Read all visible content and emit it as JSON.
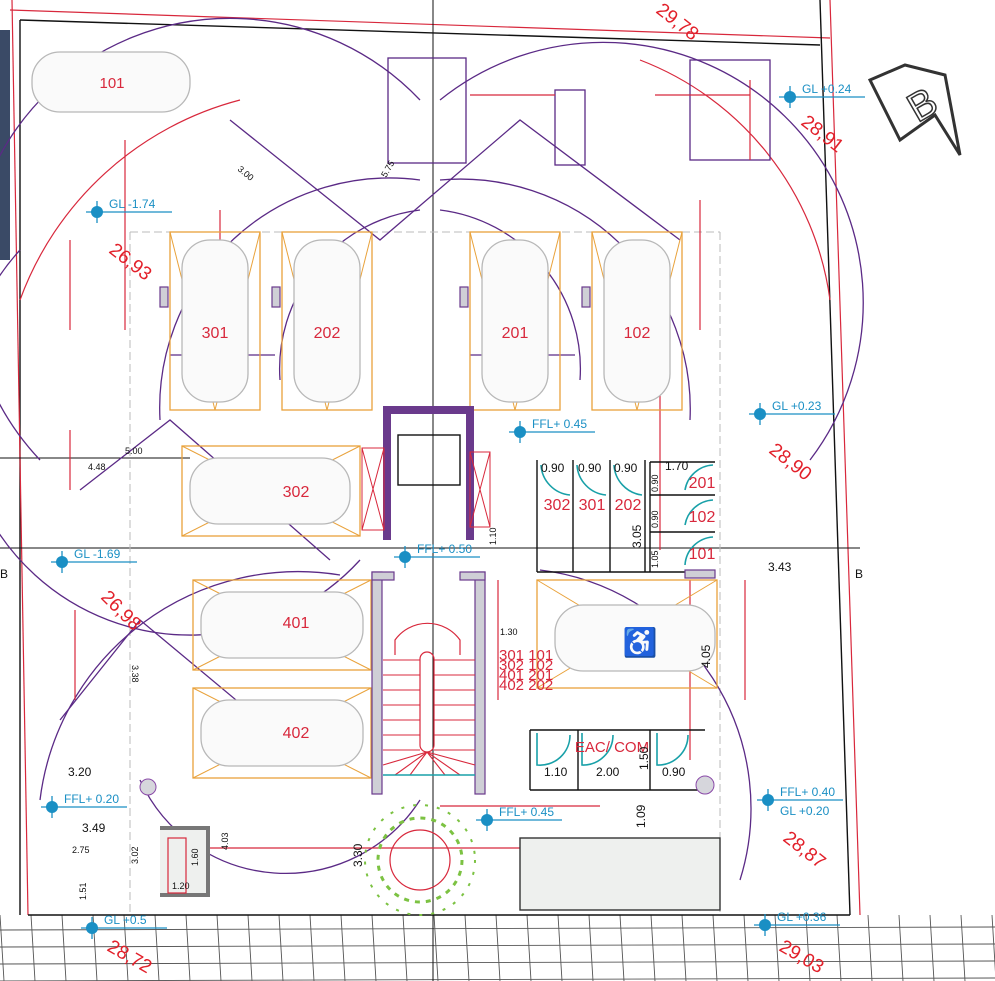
{
  "title": "Ground floor parking plan",
  "colors": {
    "parking_lines": "#e9a23b",
    "walls": "#5b2a86",
    "dimensions": "#d8283c",
    "levels": "#1a8fc4",
    "tree": "#7cc242"
  },
  "section_marker": "B",
  "compass_letter": "B",
  "parking_spots": [
    "101",
    "301",
    "202",
    "201",
    "102",
    "302",
    "401",
    "402"
  ],
  "storage_rooms": [
    "302",
    "301",
    "202",
    "201",
    "102",
    "101"
  ],
  "stair_legend": [
    "301 101",
    "302 102",
    "401 201",
    "402 202"
  ],
  "eac_label": "EAC/ COM",
  "levels": [
    {
      "label": "GL  +0.24"
    },
    {
      "label": "GL  -1.74"
    },
    {
      "label": "FFL+ 0.45"
    },
    {
      "label": "GL  +0.23"
    },
    {
      "label": "FFL+ 0.50"
    },
    {
      "label": "GL  -1.69"
    },
    {
      "label": "FFL+ 0.20"
    },
    {
      "label": "FFL+ 0.45"
    },
    {
      "label": "FFL+ 0.40"
    },
    {
      "label": "GL  +0.20"
    },
    {
      "label": "GL  +0.5"
    },
    {
      "label": "GL  +0.36"
    }
  ],
  "elevations": [
    "29,78",
    "28,91",
    "26,93",
    "28,90",
    "26,98",
    "28,87",
    "28,72",
    "29,03"
  ],
  "dimensions": {
    "d_090a": "0.90",
    "d_090b": "0.90",
    "d_090c": "0.90",
    "d_170": "1.70",
    "d_305": "3.05",
    "d_090v1": "0.90",
    "d_090v2": "0.90",
    "d_105": "1.05",
    "d_343": "3.43",
    "d_405": "4.05",
    "d_130": "1.30",
    "d_110": "1.10",
    "d_200": "2.00",
    "d_150": "1.50",
    "d_090d": "0.90",
    "d_109": "1.09",
    "d_320": "3.20",
    "d_349": "3.49",
    "d_275": "2.75",
    "d_302": "3.02",
    "d_151": "1.51",
    "d_160": "1.60",
    "d_120": "1.20",
    "d_403": "4.03",
    "d_330": "3.30",
    "d_448": "4.48",
    "d_500": "5.00",
    "d_300": "3.00",
    "d_575": "5.75",
    "d_110b": "1.10",
    "d_338": "3.38"
  }
}
